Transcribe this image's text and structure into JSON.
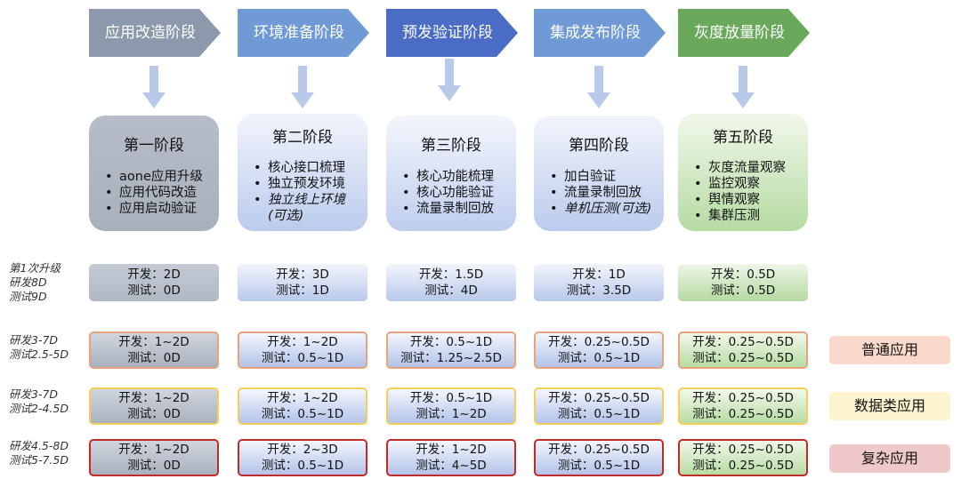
{
  "stages": [
    {
      "label": "应用改造阶段",
      "color": "#8c98ab"
    },
    {
      "label": "环境准备阶段",
      "color": "#6f9ad6"
    },
    {
      "label": "预发验证阶段",
      "color": "#4a6cc5"
    },
    {
      "label": "集成发布阶段",
      "color": "#6f9ad6"
    },
    {
      "label": "灰度放量阶段",
      "color": "#6aa85c"
    }
  ],
  "phases": [
    {
      "title": "第一阶段",
      "items": [
        "aone应用升级",
        "应用代码改造",
        "应用启动验证"
      ]
    },
    {
      "title": "第二阶段",
      "items": [
        "核心接口梳理",
        "独立预发环境",
        "独立线上环境(可选)"
      ]
    },
    {
      "title": "第三阶段",
      "items": [
        "核心功能梳理",
        "核心功能验证",
        "流量录制回放"
      ]
    },
    {
      "title": "第四阶段",
      "items": [
        "加白验证",
        "流量录制回放",
        "单机压测(可选)"
      ]
    },
    {
      "title": "第五阶段",
      "items": [
        "灰度流量观察",
        "监控观察",
        "舆情观察",
        "集群压测"
      ]
    }
  ],
  "bullet": "•",
  "rows": [
    {
      "label": [
        "第1次升级",
        "研发8D",
        "测试9D"
      ],
      "category": "",
      "cells": [
        [
          "开发：2D",
          "测试：0D"
        ],
        [
          "开发：3D",
          "测试：1D"
        ],
        [
          "开发：1.5D",
          "测试：4D"
        ],
        [
          "开发：1D",
          "测试：3.5D"
        ],
        [
          "开发：0.5D",
          "测试：0.5D"
        ]
      ]
    },
    {
      "label": [
        "研发3-7D",
        "测试2.5-5D"
      ],
      "category": "普通应用",
      "category_color": "#f9d9cb",
      "cells": [
        [
          "开发：1~2D",
          "测试：0D"
        ],
        [
          "开发：1~2D",
          "测试：0.5~1D"
        ],
        [
          "开发：0.5~1D",
          "测试：1.25~2.5D"
        ],
        [
          "开发：0.25~0.5D",
          "测试：0.5~1D"
        ],
        [
          "开发：0.25~0.5D",
          "测试：0.25~0.5D"
        ]
      ]
    },
    {
      "label": [
        "研发3-7D",
        "测试2-4.5D"
      ],
      "category": "数据类应用",
      "category_color": "#fdf3cf",
      "cells": [
        [
          "开发：1~2D",
          "测试：0D"
        ],
        [
          "开发：1~2D",
          "测试：0.5~1D"
        ],
        [
          "开发：0.5~1D",
          "测试：1~2D"
        ],
        [
          "开发：0.25~0.5D",
          "测试：0.5~1D"
        ],
        [
          "开发：0.25~0.5D",
          "测试：0.25~0.5D"
        ]
      ]
    },
    {
      "label": [
        "研发4.5-8D",
        "测试5-7.5D"
      ],
      "category": "复杂应用",
      "category_color": "#efc9c9",
      "cells": [
        [
          "开发：1~2D",
          "测试：0D"
        ],
        [
          "开发：2~3D",
          "测试：0.5~1D"
        ],
        [
          "开发：1~2D",
          "测试：4~5D"
        ],
        [
          "开发：0.25~0.5D",
          "测试：0.5~1D"
        ],
        [
          "开发：0.25~0.5D",
          "测试：0.25~0.5D"
        ]
      ]
    }
  ]
}
